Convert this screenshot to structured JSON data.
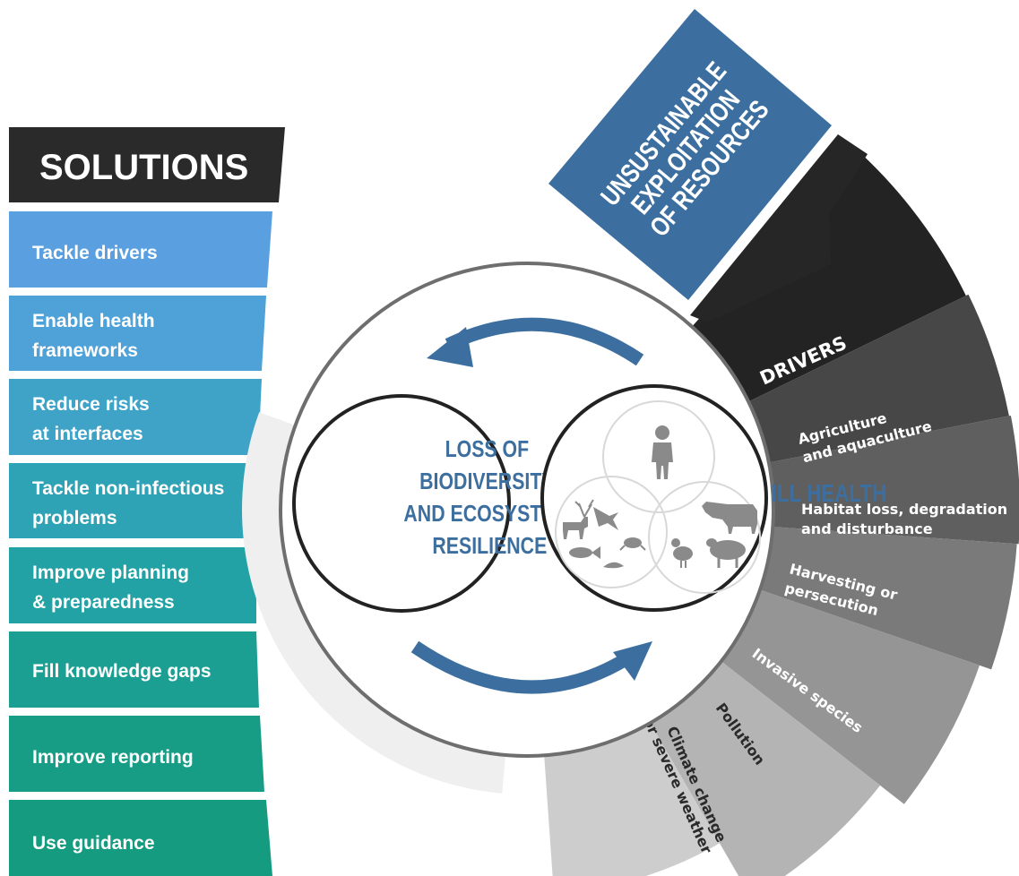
{
  "solutions": {
    "header": "SOLUTIONS",
    "items": [
      {
        "lines": [
          "Tackle drivers"
        ],
        "color": "#5aa0e0"
      },
      {
        "lines": [
          "Enable health",
          "frameworks"
        ],
        "color": "#4ea2d8"
      },
      {
        "lines": [
          "Reduce risks",
          "at interfaces"
        ],
        "color": "#3fa3c8"
      },
      {
        "lines": [
          "Tackle non-infectious",
          "problems"
        ],
        "color": "#2fa3b6"
      },
      {
        "lines": [
          "Improve planning",
          "& preparedness"
        ],
        "color": "#22a2a4"
      },
      {
        "lines": [
          "Fill knowledge gaps"
        ],
        "color": "#1b9f93"
      },
      {
        "lines": [
          "Improve reporting"
        ],
        "color": "#179d86"
      },
      {
        "lines": [
          "Use guidance"
        ],
        "color": "#159c80"
      }
    ]
  },
  "exploitation": {
    "lines": [
      "UNSUSTAINABLE",
      "EXPLOITATION",
      "OF RESOURCES"
    ],
    "color": "#3c6f9f"
  },
  "drivers": {
    "header": "DRIVERS",
    "items": [
      {
        "lines": [
          "Agriculture",
          "and aquaculture"
        ],
        "color": "#474747"
      },
      {
        "lines": [
          "Habitat loss, degradation",
          "and disturbance"
        ],
        "color": "#5f5f5f"
      },
      {
        "lines": [
          "Harvesting or",
          "persecution"
        ],
        "color": "#7a7a7a"
      },
      {
        "lines": [
          "Invasive species"
        ],
        "color": "#959595"
      },
      {
        "lines": [
          "Pollution"
        ],
        "color": "#b4b4b4"
      },
      {
        "lines": [
          "Climate change",
          "or severe weather"
        ],
        "color": "#cdcdcd"
      }
    ]
  },
  "center": {
    "biodiversity": [
      "LOSS OF",
      "BIODIVERSITY",
      "AND ECOSYSTEM",
      "RESILIENCE"
    ],
    "health": "ILL HEALTH",
    "accent": "#3c6f9f"
  }
}
